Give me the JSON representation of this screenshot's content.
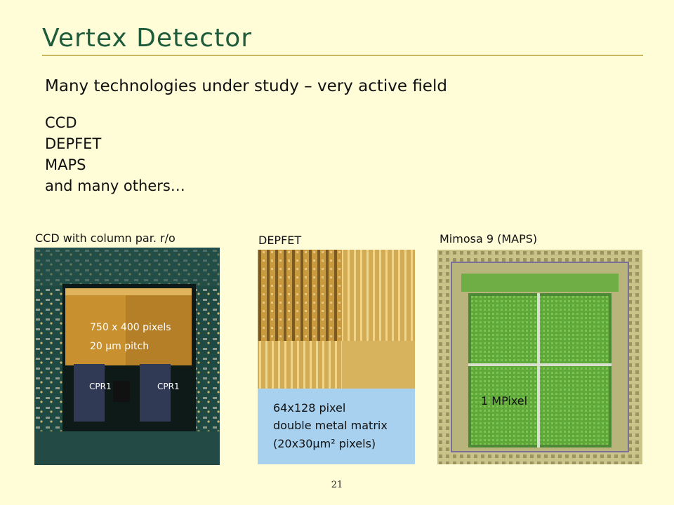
{
  "slide": {
    "title": "Vertex Detector",
    "intro": "Many technologies under study – very active field",
    "technologies": [
      "CCD",
      "DEPFET",
      "MAPS",
      "and many others…"
    ],
    "page_number": "21"
  },
  "images": {
    "ccd": {
      "caption": "CCD with column par. r/o",
      "label_line1": "750 x 400 pixels",
      "label_line2": "20 μm pitch",
      "chip_label_left": "CPR1",
      "chip_label_right": "CPR1"
    },
    "depfet": {
      "caption": "DEPFET",
      "label_line1": "64x128 pixel",
      "label_line2": "double metal matrix",
      "label_line3": "(20x30μm² pixels)"
    },
    "mimosa": {
      "caption": "Mimosa 9 (MAPS)",
      "label": "1 MPixel"
    }
  },
  "colors": {
    "background": "#fffdd8",
    "title": "#1e5c3c",
    "rule": "#c8b860"
  }
}
